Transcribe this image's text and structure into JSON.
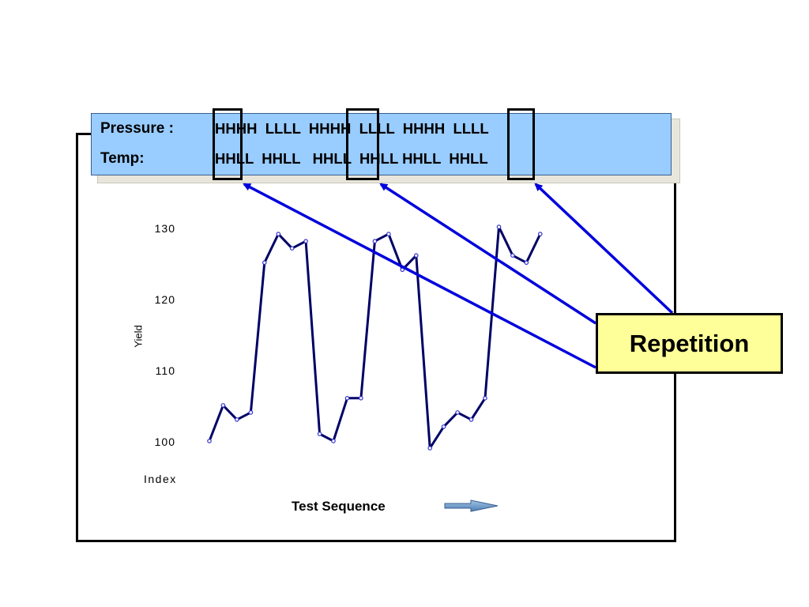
{
  "legend": {
    "pressure_label": "Pressure :",
    "pressure_sequence": "HHHH  LLLL  HHHH  LLLL  HHHH  LLLL",
    "temp_label": "Temp:",
    "temp_sequence": "HHLL  HHLL   HHLL  HHLL HHLL  HHLL",
    "background_color": "#99ccff"
  },
  "callout": {
    "text": "Repetition",
    "background_color": "#ffff99",
    "arrow_color": "#0000dd"
  },
  "chart_data": {
    "type": "line",
    "ylabel": "Yield",
    "xlabel": "Test Sequence",
    "index_label": "Index",
    "y_ticks": [
      "130",
      "120",
      "110",
      "100"
    ],
    "ylim": [
      100,
      130
    ],
    "grid": false,
    "line_color": "#000066",
    "marker_color": "#3333cc",
    "series": [
      {
        "values": [
          100,
          105,
          103,
          104,
          125,
          129,
          127,
          128,
          101,
          100,
          106,
          106,
          128,
          129,
          124,
          126,
          99,
          102,
          104,
          103,
          106,
          130,
          126,
          125,
          129
        ]
      }
    ]
  }
}
